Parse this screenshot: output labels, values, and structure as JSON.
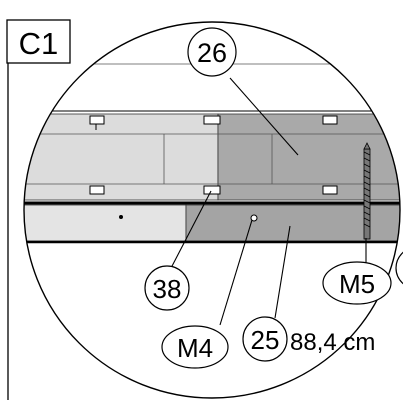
{
  "step": {
    "label": "C1"
  },
  "callouts": [
    {
      "id": "part-26",
      "label": "26"
    },
    {
      "id": "part-38",
      "label": "38"
    },
    {
      "id": "part-25",
      "label": "25"
    },
    {
      "id": "part-M4",
      "label": "M4"
    },
    {
      "id": "part-M5",
      "label": "M5"
    }
  ],
  "measurement": {
    "label": "88,4 cm"
  },
  "colors": {
    "panel_light": "#dcdcdc",
    "panel_dark": "#a9a9a9",
    "board_light": "#e4e4e4",
    "board_dark": "#a4a4a4",
    "outline": "#000000"
  }
}
